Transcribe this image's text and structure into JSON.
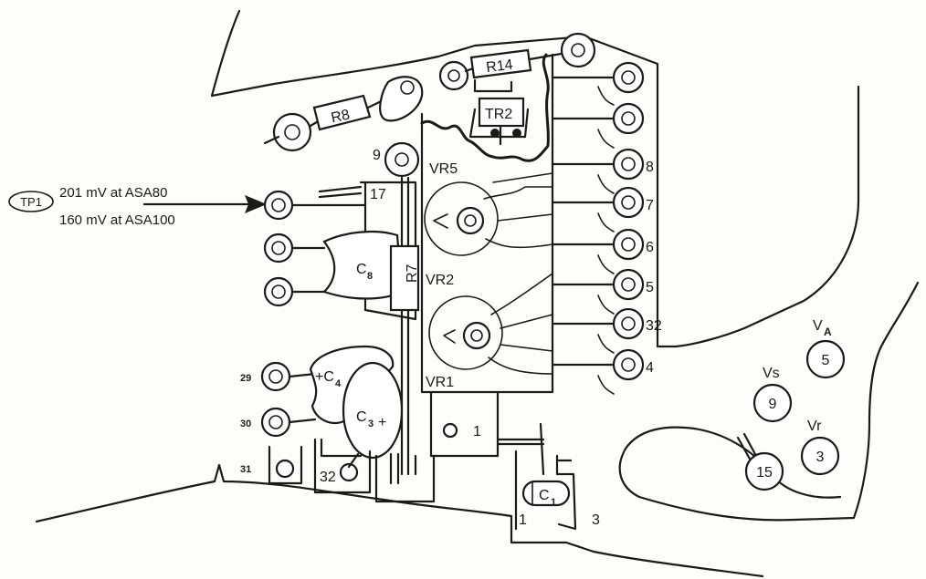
{
  "diagram": {
    "test_point": {
      "label": "TP1",
      "line1": "201 mV at ASA80",
      "line2": "160 mV at ASA100"
    },
    "components": {
      "r14": "R14",
      "r8": "R8",
      "tr2": "TR2",
      "vr5": "VR5",
      "vr2": "VR2",
      "vr1": "VR1",
      "r7": "R7",
      "c8_main": "C",
      "c8_sub": "8",
      "c4": "+C",
      "c4_sub": "4",
      "c3_main": "C",
      "c3_sub": "3",
      "c3_plus": "+",
      "c1_main": "C",
      "c1_sub": "1"
    },
    "pins": {
      "p9": "9",
      "p17": "17",
      "p8": "8",
      "p7": "7",
      "p6": "6",
      "p5": "5",
      "p32r": "32",
      "p4": "4",
      "p29": "29",
      "p30": "30",
      "p31": "31",
      "p32b": "32",
      "p1": "1",
      "c1_pin1": "1",
      "c1_pin3": "3"
    },
    "voltage_points": {
      "va_label": "V",
      "va_sub": "A",
      "va_num": "5",
      "vs_label": "Vs",
      "vs_num": "9",
      "vr_label": "Vr",
      "vr_num": "3",
      "p15": "15"
    }
  }
}
